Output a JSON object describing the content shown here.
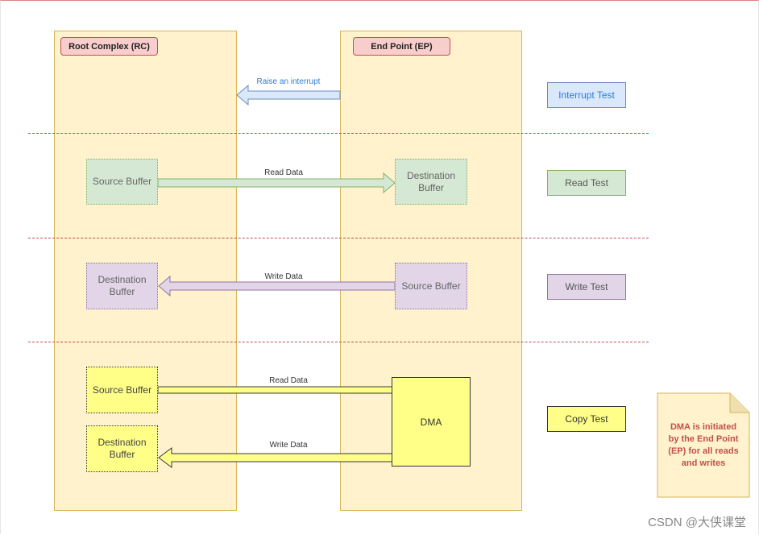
{
  "lanes": {
    "rc_title": "Root Complex (RC)",
    "ep_title": "End Point (EP)"
  },
  "edges": {
    "interrupt": "Raise an interrupt",
    "read": "Read Data",
    "write": "Write Data",
    "copy_read": "Read Data",
    "copy_write": "Write Data"
  },
  "nodes": {
    "read_source": "Source Buffer",
    "read_dest": "Destination\nBuffer",
    "write_dest": "Destination\nBuffer",
    "write_source": "Source Buffer",
    "copy_source": "Source Buffer",
    "copy_dest": "Destination\nBuffer",
    "dma": "DMA"
  },
  "tests": {
    "interrupt": "Interrupt Test",
    "read": "Read Test",
    "write": "Write Test",
    "copy": "Copy Test"
  },
  "note": "DMA is initiated\nby the End Point\n(EP) for all reads\nand writes",
  "watermark": "CSDN @大侠课堂",
  "colors": {
    "lane_fill": "#fff2cc",
    "title_fill": "#f8cecc",
    "divider": "#b85450",
    "interrupt_blue": "#dae8fc",
    "read_green": "#d5e8d4",
    "write_purple": "#e1d5e7",
    "copy_yellow": "#ffff88",
    "note_text": "#c0504d"
  }
}
